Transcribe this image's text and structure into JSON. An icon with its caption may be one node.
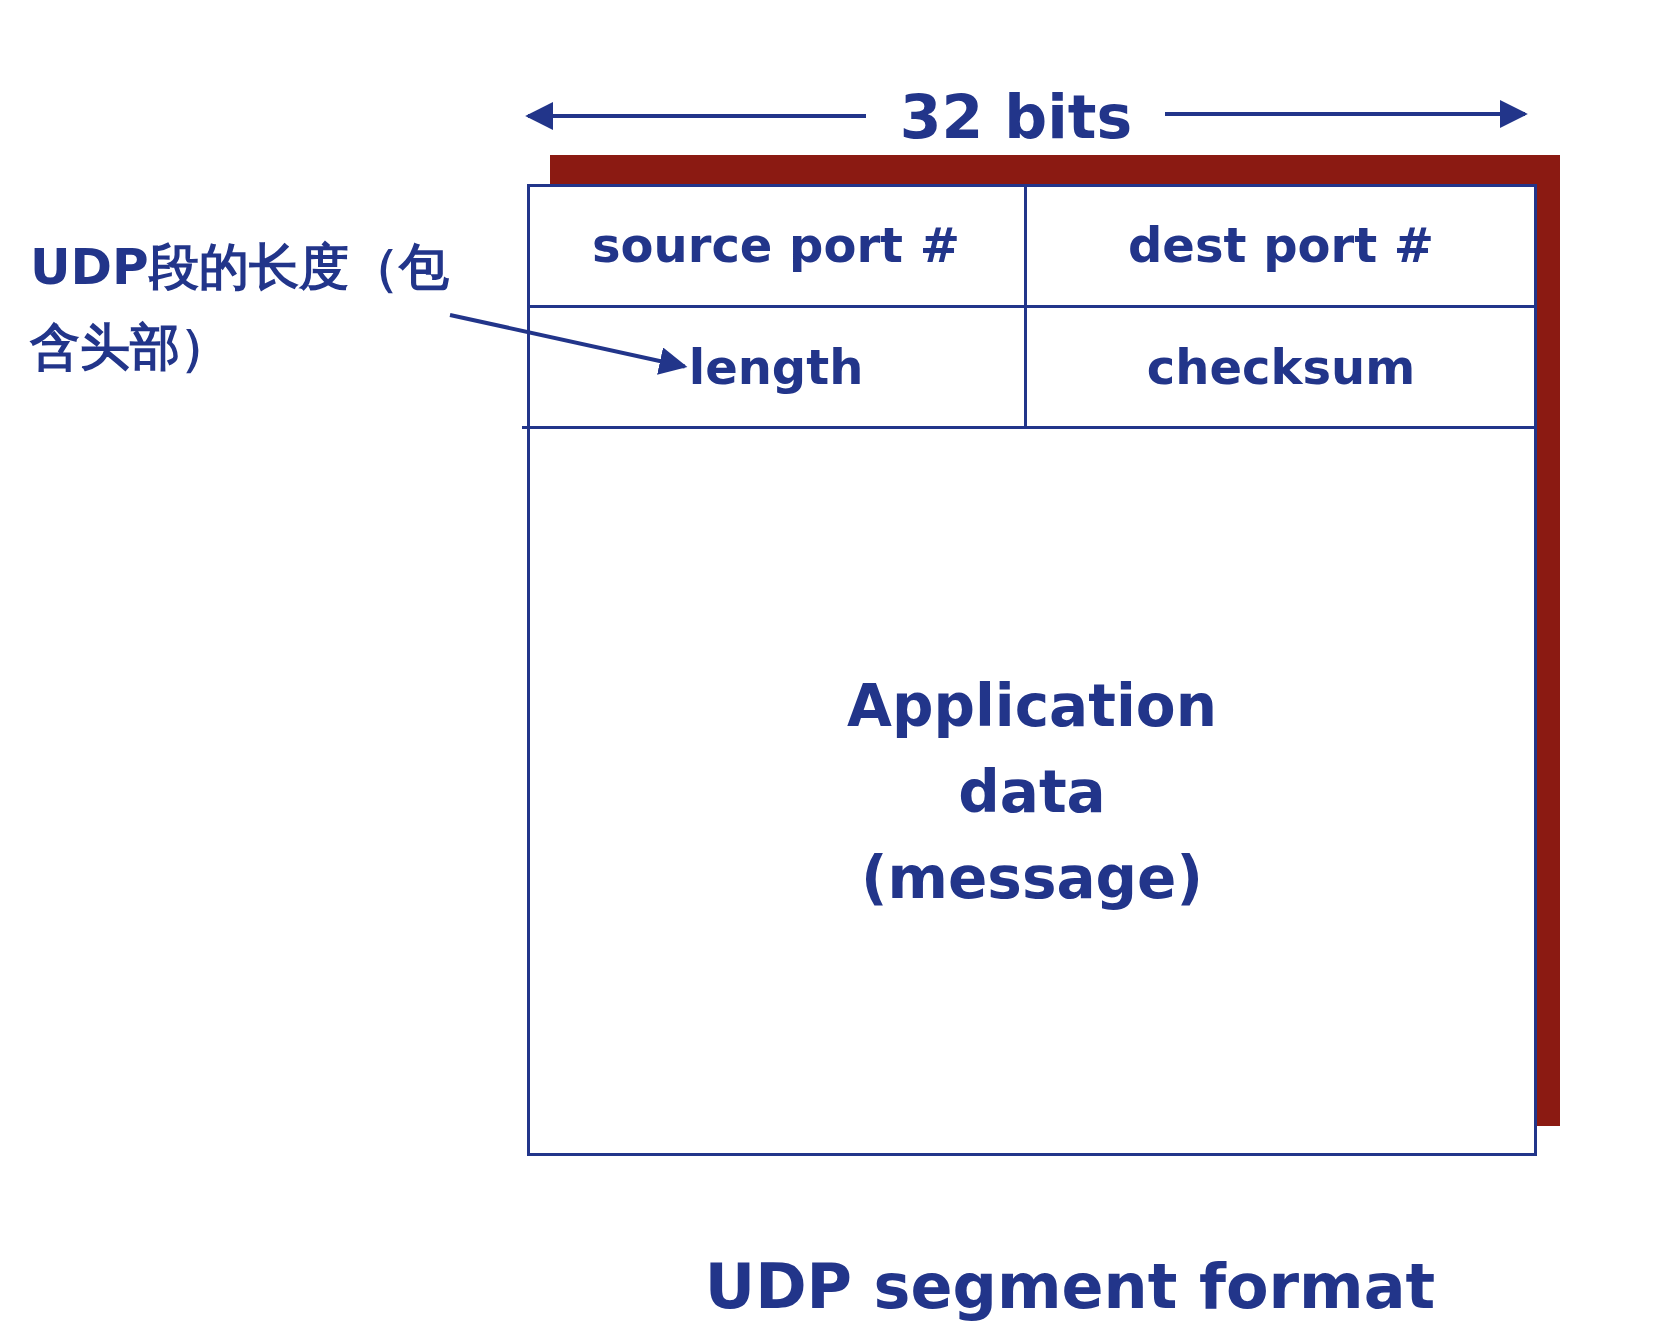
{
  "diagram": {
    "caption": "UDP segment format",
    "nodes": [
      {
        "text": [
          "source port #"
        ]
      },
      {
        "text": [
          "dest port #"
        ]
      },
      {
        "text": [
          "length"
        ]
      },
      {
        "text": [
          "checksum"
        ]
      },
      {
        "text": [
          "Application data (message)"
        ]
      },
      {
        "text": [
          "UDP段的长度（包含头部）"
        ]
      }
    ],
    "edges": [
      {
        "from": 5,
        "to": 2,
        "arrow": "to"
      }
    ],
    "labels": [
      "32 bits"
    ]
  }
}
